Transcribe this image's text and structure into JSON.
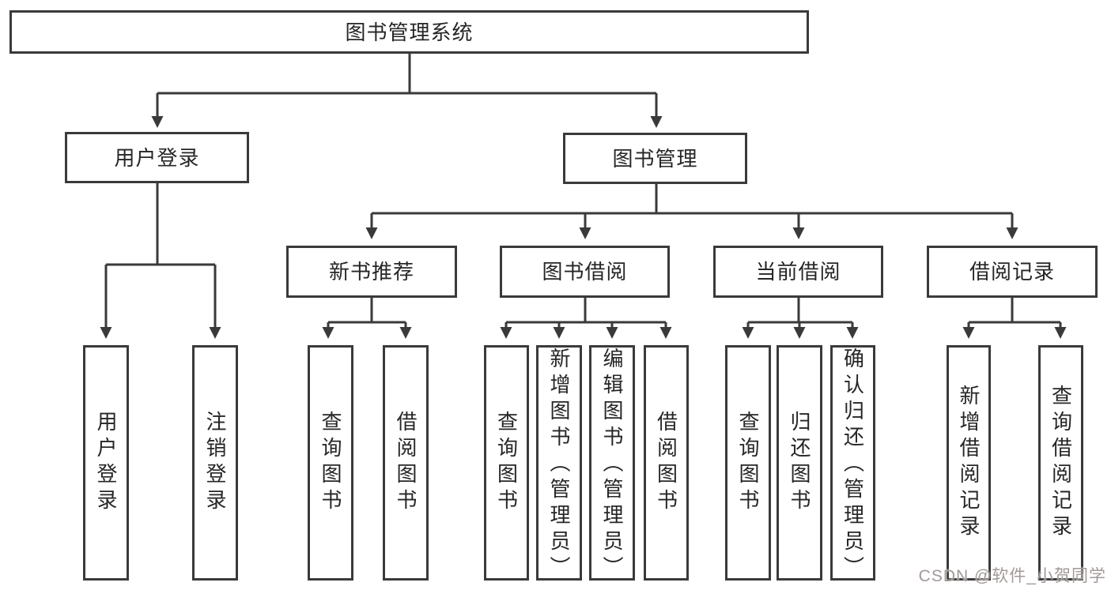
{
  "diagram": {
    "root": "图书管理系统",
    "branches": {
      "user_login": "用户登录",
      "book_management": "图书管理"
    },
    "modules": {
      "new_book_recommend": "新书推荐",
      "book_borrow": "图书借阅",
      "current_borrow": "当前借阅",
      "borrow_record": "借阅记录"
    },
    "leaves": {
      "user_login_login": "用户登录",
      "user_login_logout": "注销登录",
      "recommend_query_book": "查询图书",
      "recommend_borrow_book": "借阅图书",
      "borrow_query_book": "查询图书",
      "borrow_add_book": "新增图书（管理员）",
      "borrow_edit_book": "编辑图书（管理员）",
      "borrow_borrow_book": "借阅图书",
      "current_query_book": "查询图书",
      "current_return_book": "归还图书",
      "current_confirm_return": "确认归还（管理员）",
      "record_add_record": "新增借阅记录",
      "record_query_record": "查询借阅记录"
    }
  },
  "watermark": "CSDN @软件_小贺同学",
  "colors": {
    "line": "#3a3a3a",
    "box_border": "#3a3a3a",
    "text": "#262626",
    "watermark": "#a39898",
    "background": "#ffffff"
  }
}
